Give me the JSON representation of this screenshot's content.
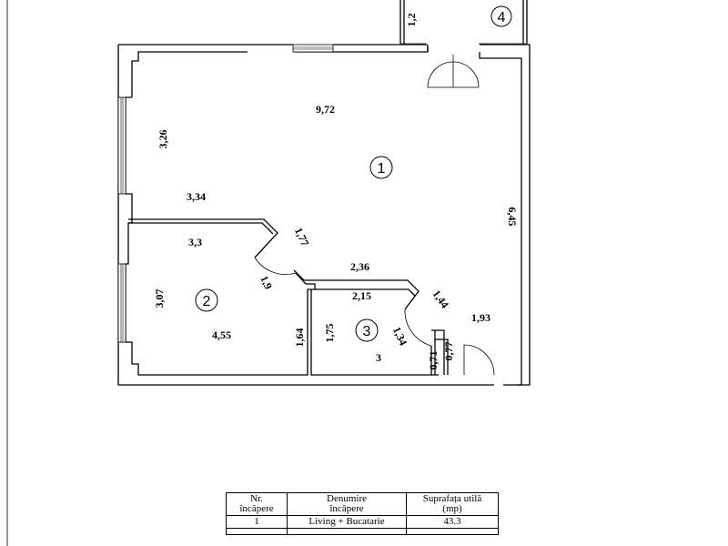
{
  "rooms": [
    {
      "number": "1"
    },
    {
      "number": "2"
    },
    {
      "number": "3"
    },
    {
      "number": "4"
    }
  ],
  "dimensions": {
    "d_1_2": "1,2",
    "d_9_72": "9,72",
    "d_3_26": "3,26",
    "d_3_34": "3,34",
    "d_6_45": "6,45",
    "d_1_77": "1,77",
    "d_3_3": "3,3",
    "d_2_36": "2,36",
    "d_1_9": "1,9",
    "d_2_15": "2,15",
    "d_1_44": "1,44",
    "d_3_07": "3,07",
    "d_1_93": "1,93",
    "d_1_75": "1,75",
    "d_1_64": "1,64",
    "d_4_55": "4,55",
    "d_1_34": "1,34",
    "d_0_77": "0,77",
    "d_0_71": "0,71",
    "d_3": "3"
  },
  "legend": {
    "header_nr_1": "Nr.",
    "header_nr_2": "încăpere",
    "header_name_1": "Denumire",
    "header_name_2": "încăpere",
    "header_area_1": "Suprafața utilă",
    "header_area_2": "(mp)",
    "rows": [
      {
        "nr": "1",
        "name": "Living + Bucatarie",
        "area": "43.3"
      }
    ]
  }
}
